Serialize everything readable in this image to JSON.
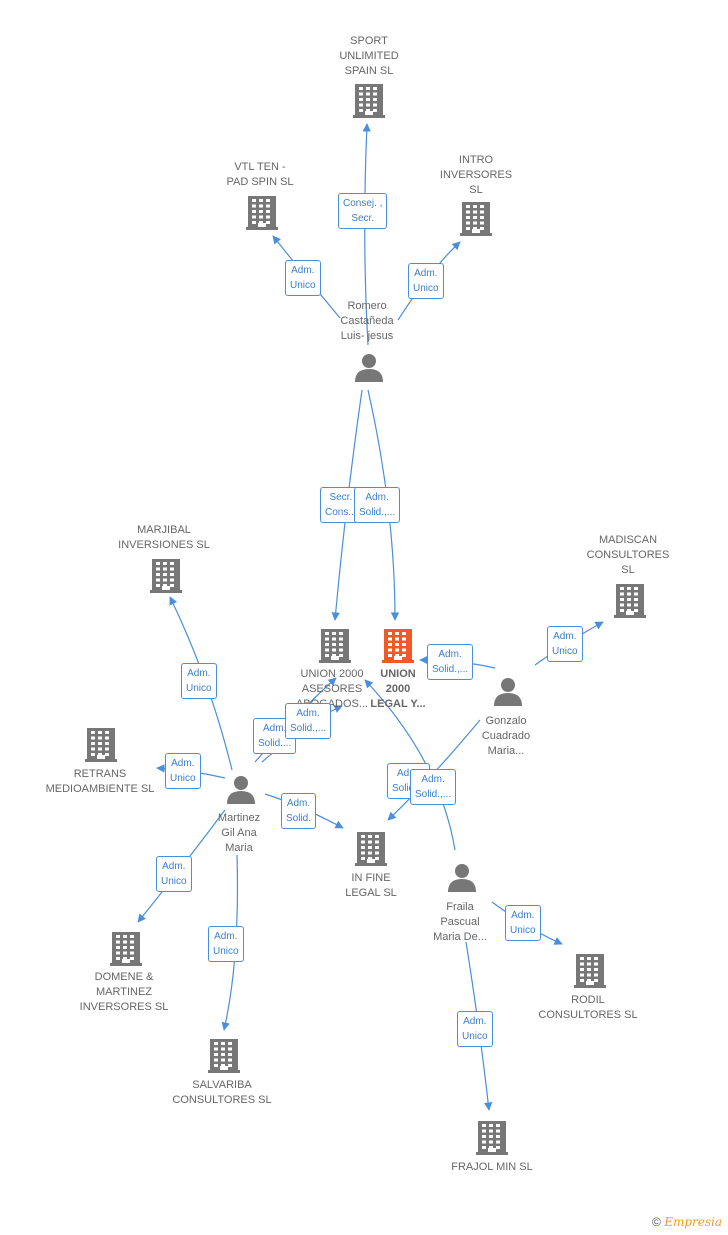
{
  "colors": {
    "company": "#777777",
    "company_main": "#f05a28",
    "person": "#777777",
    "edge": "#4a8fd9"
  },
  "companies": [
    {
      "id": "sport",
      "name": "SPORT\nUNLIMITED\nSPAIN  SL",
      "icon": "building-icon"
    },
    {
      "id": "vtl",
      "name": "VTL TEN -\nPAD SPIN  SL",
      "icon": "building-icon"
    },
    {
      "id": "intro",
      "name": "INTRO\nINVERSORES\nSL",
      "icon": "building-icon"
    },
    {
      "id": "marjibal",
      "name": "MARJIBAL\nINVERSIONES SL",
      "icon": "building-icon"
    },
    {
      "id": "madiscan",
      "name": "MADISCAN\nCONSULTORES\nSL",
      "icon": "building-icon"
    },
    {
      "id": "union2000as",
      "name": "UNION 2000\nASESORES\nABOGADOS...",
      "icon": "building-icon"
    },
    {
      "id": "union2000legal",
      "name": "UNION\n2000\nLEGAL Y...",
      "icon": "building-icon",
      "main": true
    },
    {
      "id": "retrans",
      "name": "RETRANS\nMEDIOAMBIENTE SL",
      "icon": "building-icon"
    },
    {
      "id": "infine",
      "name": "IN FINE\nLEGAL  SL",
      "icon": "building-icon"
    },
    {
      "id": "domene",
      "name": "DOMENE &\nMARTINEZ\nINVERSORES SL",
      "icon": "building-icon"
    },
    {
      "id": "rodil",
      "name": "RODIL\nCONSULTORES SL",
      "icon": "building-icon"
    },
    {
      "id": "salvariba",
      "name": "SALVARIBA\nCONSULTORES SL",
      "icon": "building-icon"
    },
    {
      "id": "frajol",
      "name": "FRAJOL MIN SL",
      "icon": "building-icon"
    }
  ],
  "persons": [
    {
      "id": "romero",
      "name": "Romero\nCastañeda\nLuis- jesus",
      "icon": "person-icon"
    },
    {
      "id": "gonzalo",
      "name": "Gonzalo\nCuadrado\nMaria...",
      "icon": "person-icon"
    },
    {
      "id": "martinez",
      "name": "Martinez\nGil Ana\nMaria",
      "icon": "person-icon"
    },
    {
      "id": "fraila",
      "name": "Fraila\nPascual\nMaria De...",
      "icon": "person-icon"
    }
  ],
  "relations": [
    {
      "from": "romero",
      "to": "sport",
      "label": "Consej. ,\nSecr."
    },
    {
      "from": "romero",
      "to": "vtl",
      "label": "Adm.\nUnico"
    },
    {
      "from": "romero",
      "to": "intro",
      "label": "Adm.\nUnico"
    },
    {
      "from": "romero",
      "to": "union2000as",
      "label": "Secr.\nCons..."
    },
    {
      "from": "romero",
      "to": "union2000legal",
      "label": "Adm.\nSolid.,..."
    },
    {
      "from": "gonzalo",
      "to": "madiscan",
      "label": "Adm.\nUnico"
    },
    {
      "from": "gonzalo",
      "to": "union2000legal",
      "label": "Adm.\nSolid.,..."
    },
    {
      "from": "gonzalo",
      "to": "infine",
      "label": "Adm.\nSolid...."
    },
    {
      "from": "martinez",
      "to": "marjibal",
      "label": "Adm.\nUnico"
    },
    {
      "from": "martinez",
      "to": "retrans",
      "label": "Adm.\nUnico"
    },
    {
      "from": "martinez",
      "to": "union2000as",
      "label": "Adm.\nSolid...."
    },
    {
      "from": "martinez",
      "to": "union2000legal",
      "label": "Adm.\nSolid.,..."
    },
    {
      "from": "martinez",
      "to": "infine",
      "label": "Adm.\nSolid."
    },
    {
      "from": "martinez",
      "to": "domene",
      "label": "Adm.\nUnico"
    },
    {
      "from": "martinez",
      "to": "salvariba",
      "label": "Adm.\nUnico"
    },
    {
      "from": "fraila",
      "to": "union2000legal",
      "label": "Adm.\nSolid.,..."
    },
    {
      "from": "fraila",
      "to": "rodil",
      "label": "Adm.\nUnico"
    },
    {
      "from": "fraila",
      "to": "frajol",
      "label": "Adm.\nUnico"
    }
  ],
  "footer": {
    "copyright": "©",
    "brand": "Empresia"
  }
}
